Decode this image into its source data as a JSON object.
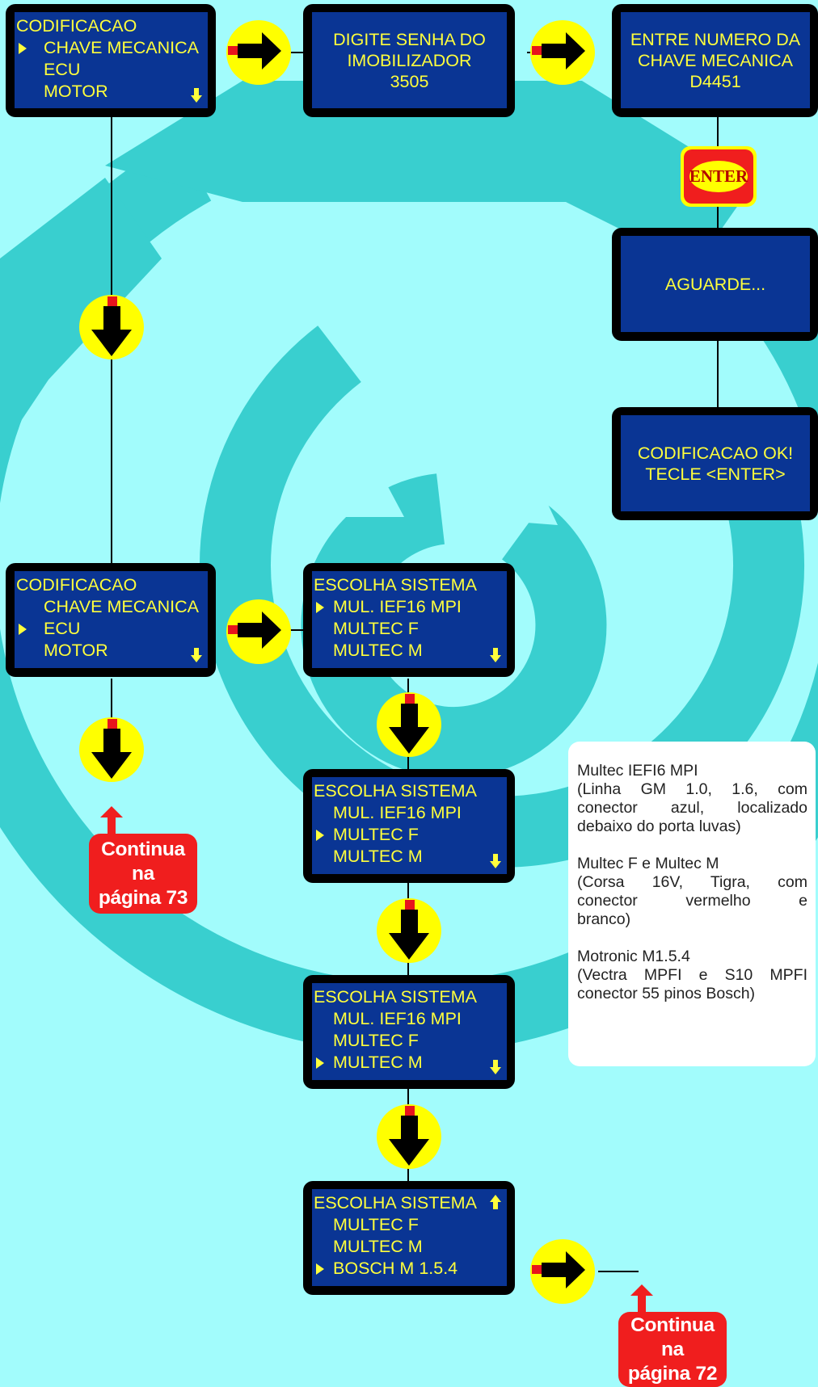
{
  "colors": {
    "background": "#a2fcfc",
    "swirl": "#39cfcf",
    "screen_bg": "#0a3594",
    "screen_text": "#ffff3c",
    "arrow_circle": "#ffff00",
    "badge_red": "#f01e1e"
  },
  "screens": {
    "s1": {
      "lines": [
        "CODIFICACAO",
        "CHAVE MECANICA",
        "ECU",
        "MOTOR"
      ],
      "indicator": "arrow-down"
    },
    "s2": {
      "lines": [
        "DIGITE SENHA DO",
        "IMOBILIZADOR",
        "3505"
      ]
    },
    "s3": {
      "lines": [
        "ENTRE NUMERO DA",
        "CHAVE MECANICA",
        "D4451"
      ]
    },
    "s4": {
      "lines": [
        "AGUARDE..."
      ]
    },
    "s5": {
      "lines": [
        "CODIFICACAO OK!",
        "TECLE  <ENTER>"
      ]
    },
    "s6": {
      "lines": [
        "CODIFICACAO",
        "CHAVE MECANICA",
        "ECU",
        "MOTOR"
      ],
      "indicator": "arrow-down"
    },
    "s7": {
      "lines": [
        "ESCOLHA SISTEMA",
        "MUL. IEF16 MPI",
        "MULTEC F",
        "MULTEC M"
      ],
      "indicator": "arrow-down"
    },
    "s8": {
      "lines": [
        "ESCOLHA SISTEMA",
        "MUL. IEF16 MPI",
        "MULTEC F",
        "MULTEC M"
      ],
      "indicator": "arrow-down"
    },
    "s9": {
      "lines": [
        "ESCOLHA SISTEMA",
        "MUL. IEF16 MPI",
        "MULTEC F",
        "MULTEC M"
      ],
      "indicator": "arrow-down"
    },
    "s10": {
      "lines": [
        "ESCOLHA SISTEMA",
        "MULTEC F",
        "MULTEC M",
        "BOSCH M 1.5.4"
      ],
      "indicator": "arrow-up"
    }
  },
  "enter_key": {
    "label": "ENTER"
  },
  "continue_badges": {
    "c73": {
      "line1": "Continua na",
      "line2": "página 73"
    },
    "c72": {
      "line1": "Continua na",
      "line2": "página 72"
    }
  },
  "info_panel": {
    "p1": [
      "Multec IEFI6 MPI",
      "(Linha GM 1.0, 1.6, com",
      "conector azul, localizado",
      "debaixo do porta luvas)"
    ],
    "p2": [
      "Multec F e Multec M",
      "(Corsa 16V, Tigra, com",
      "conector vermelho e",
      "branco)"
    ],
    "p3": [
      "Motronic M1.5.4",
      "(Vectra MPFI e S10 MPFI",
      "conector 55 pinos Bosch)"
    ]
  }
}
